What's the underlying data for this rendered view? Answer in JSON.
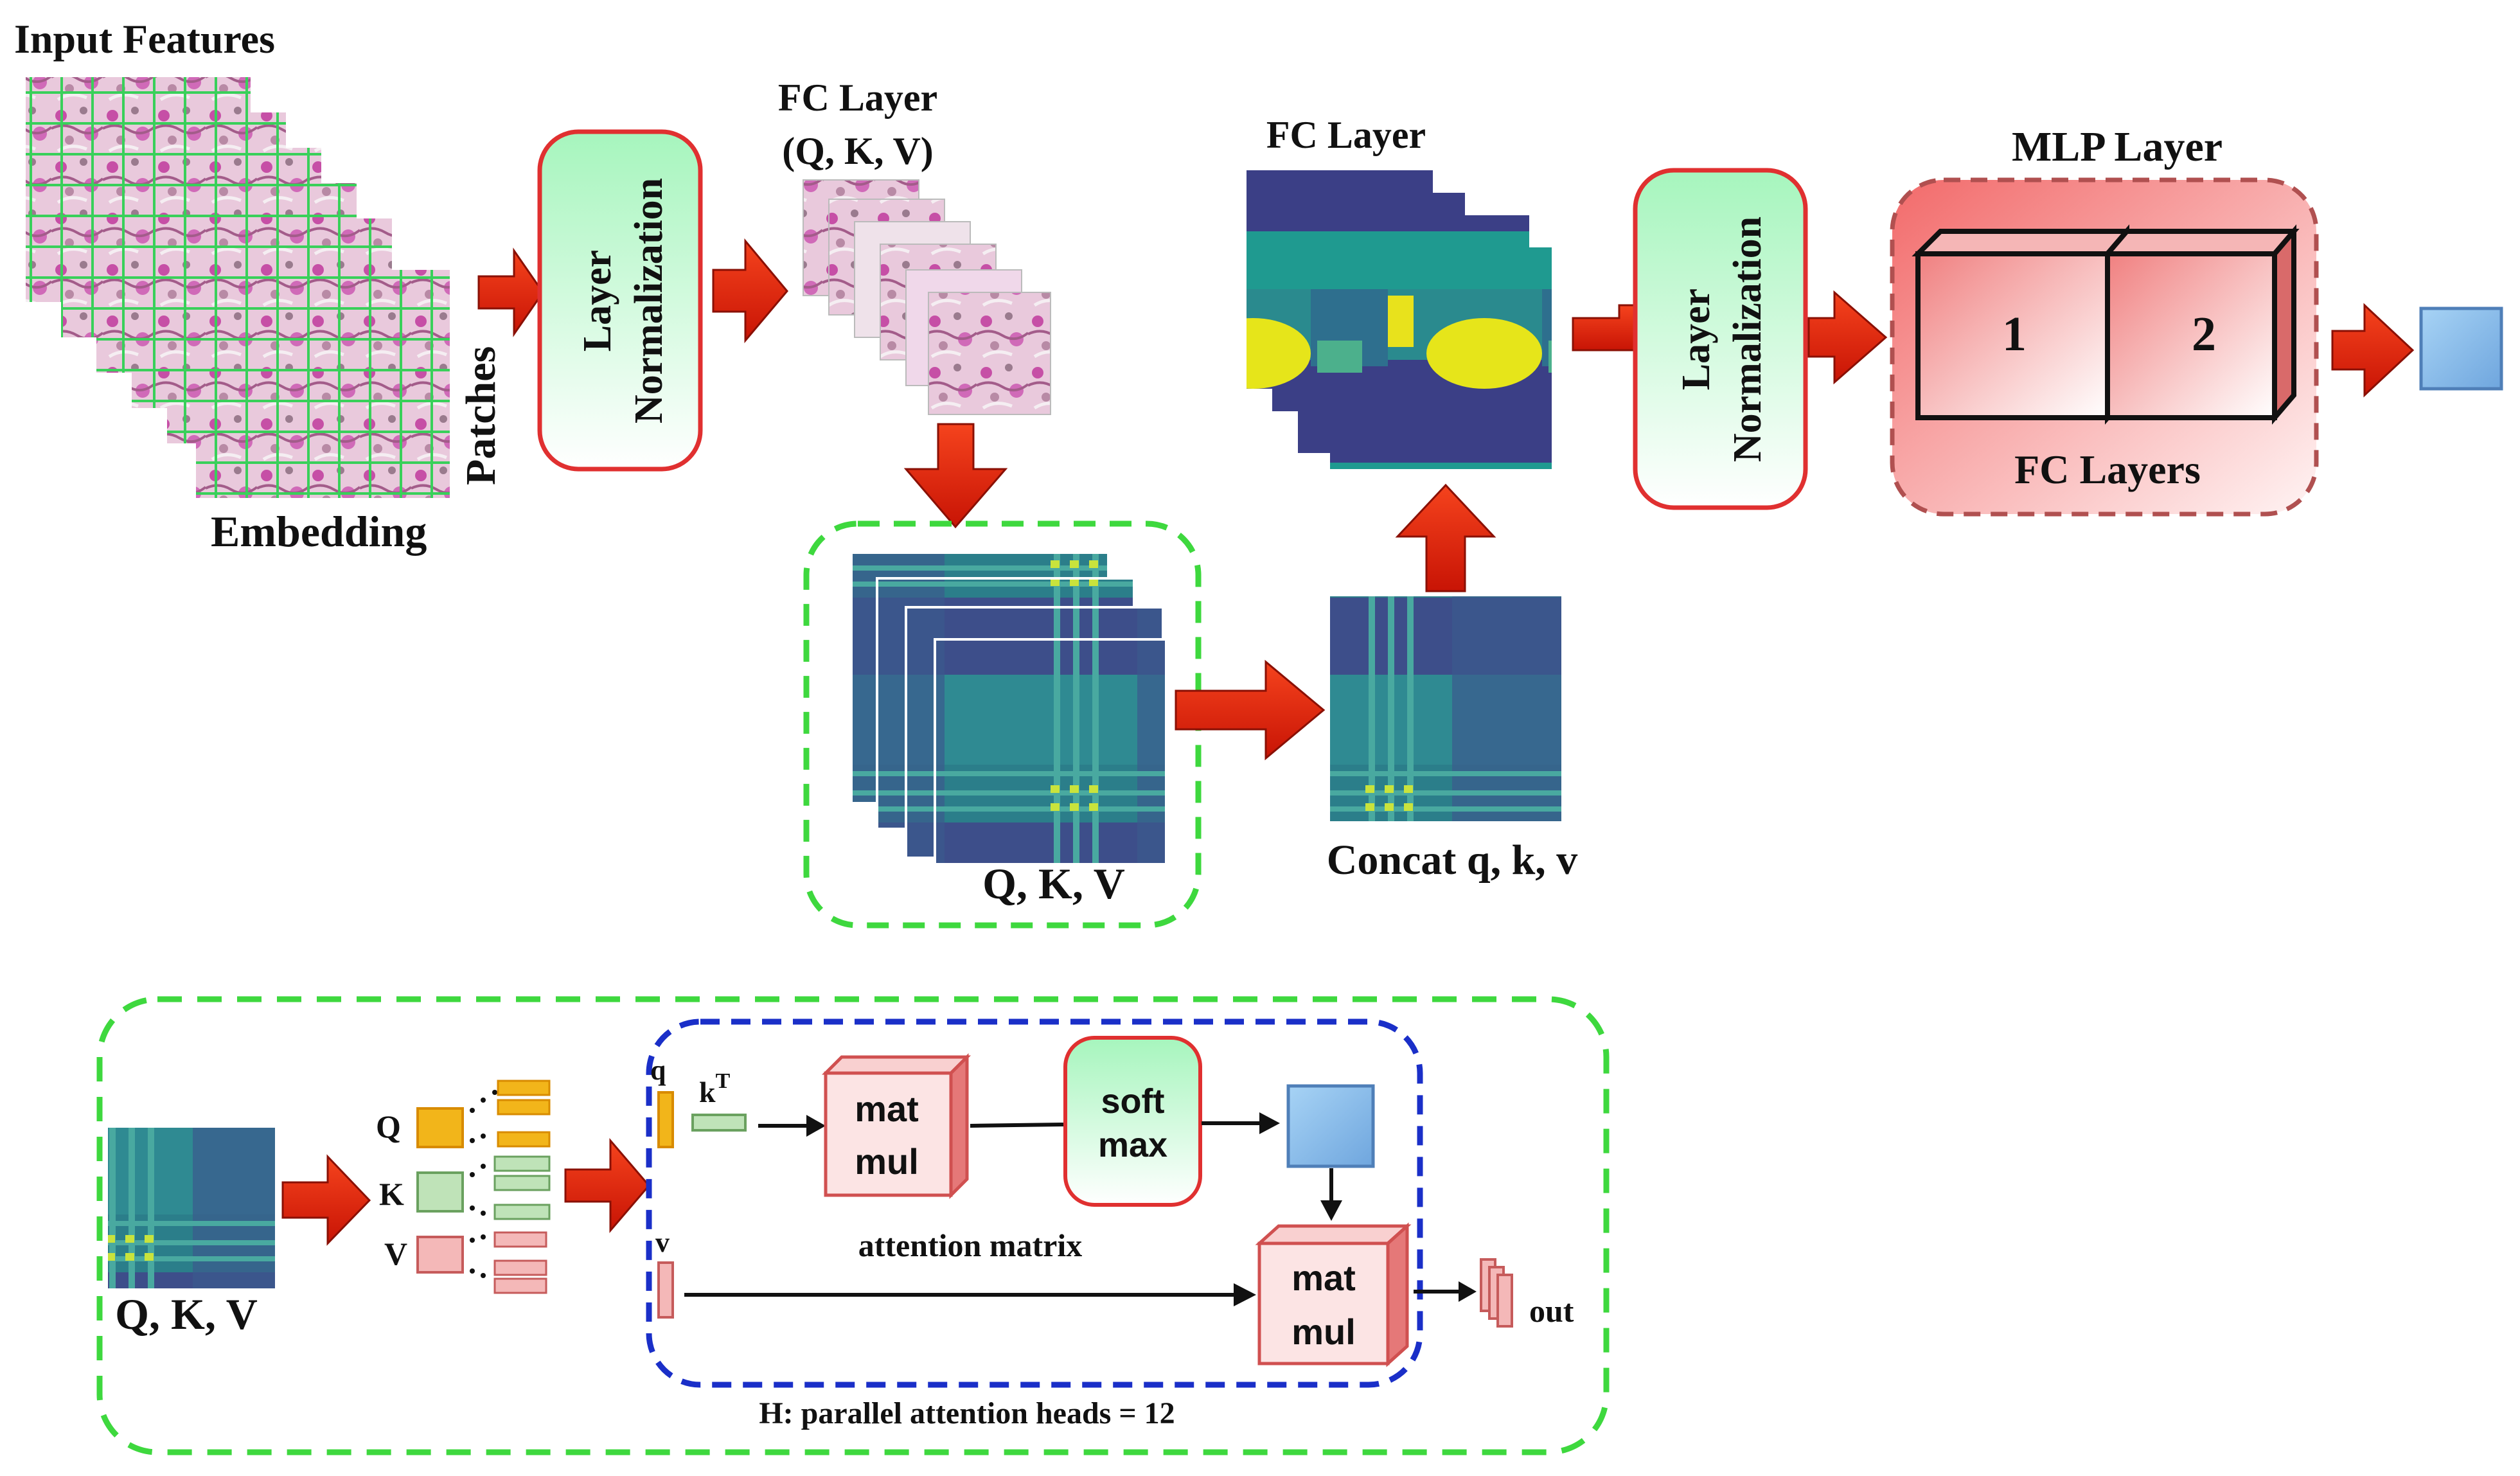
{
  "labels": {
    "input_features": "Input Features",
    "embedding": "Embedding",
    "patches": "Patches",
    "layer_norm_1_line1": "Layer",
    "layer_norm_1_line2": "Normalization",
    "fc_layer_qkv_line1": "FC Layer",
    "fc_layer_qkv_line2": "(Q, K, V)",
    "qkv_stack": "Q, K, V",
    "concat": "Concat q, k, v",
    "fc_layer_2": "FC Layer",
    "layer_norm_2_line1": "Layer",
    "layer_norm_2_line2": "Normalization",
    "mlp_layer": "MLP Layer",
    "fc_block_1": "1",
    "fc_block_2": "2",
    "fc_layers": "FC Layers"
  },
  "detail": {
    "qkv_label": "Q, K, V",
    "q": "Q",
    "k": "K",
    "v": "V",
    "q_small": "q",
    "kt_base": "k",
    "kt_sup": "T",
    "v_small": "v",
    "matmul1_line1": "mat",
    "matmul1_line2": "mul",
    "softmax_line1": "soft",
    "softmax_line2": "max",
    "attention_matrix": "attention matrix",
    "matmul2_line1": "mat",
    "matmul2_line2": "mul",
    "out": "out",
    "heads_caption": "H: parallel attention heads = 12"
  },
  "colors": {
    "arrow_red": "#e8220f",
    "green_dash": "#3ed83e",
    "blue_dash": "#1a2fc8",
    "norm_border": "#e03030",
    "norm_fill_top": "#a6f5bd",
    "mlp_fill": "#f26a6a",
    "output_blue": "#8ec0ec",
    "heat_teal": "#2a7f86",
    "heat_navy": "#3a3e7e",
    "yellow": "#e6e21a",
    "q_orange": "#f2b51a",
    "k_green": "#bfe3b8",
    "v_pink": "#f4b8b8"
  }
}
